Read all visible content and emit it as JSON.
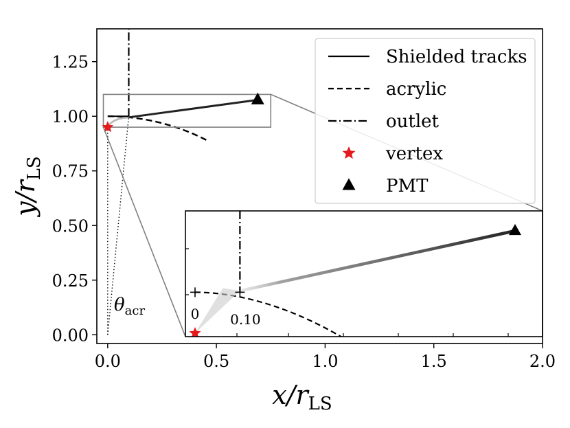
{
  "chart_data": {
    "type": "line",
    "title": "",
    "xlabel": "x/r",
    "xlabel_sub": "LS",
    "ylabel": "y/r",
    "ylabel_sub": "LS",
    "xlim": [
      -0.05,
      2.0
    ],
    "ylim": [
      -0.04,
      1.4
    ],
    "xticks": [
      0.0,
      0.5,
      1.0,
      1.5,
      2.0
    ],
    "xtick_labels": [
      "0.0",
      "0.5",
      "1.0",
      "1.5",
      "2.0"
    ],
    "yticks": [
      0.0,
      0.25,
      0.5,
      0.75,
      1.0,
      1.25
    ],
    "ytick_labels": [
      "0.00",
      "0.25",
      "0.50",
      "0.75",
      "1.00",
      "1.25"
    ],
    "grid": false,
    "legend_position": "upper right",
    "colors": {
      "track": "#222222",
      "vertex": "#e41a1c",
      "pmt": "#000000",
      "box": "#808080"
    },
    "series": [
      {
        "name": "Shielded tracks",
        "style": "solid",
        "x": [
          0.0,
          0.0968,
          0.69
        ],
        "y": [
          0.95,
          0.995,
          1.075
        ]
      },
      {
        "name": "acrylic",
        "style": "dashed",
        "arc_center": [
          0.0,
          0.0
        ],
        "arc_radius": 1.0,
        "theta_deg_range": [
          90,
          63
        ]
      },
      {
        "name": "outlet",
        "style": "dashdot",
        "x": [
          0.0968,
          0.0968
        ],
        "y": [
          1.0,
          1.4
        ]
      },
      {
        "name": "vertex",
        "style": "marker-star",
        "x": [
          0.0
        ],
        "y": [
          0.95
        ]
      },
      {
        "name": "PMT",
        "style": "marker-triangle",
        "x": [
          0.69
        ],
        "y": [
          1.075
        ]
      }
    ],
    "angle_annotation": {
      "label": "θ",
      "label_sub": "acr"
    },
    "inset": {
      "source_xlim": [
        -0.02,
        0.75
      ],
      "source_ylim": [
        0.95,
        1.1
      ],
      "tick_labels": [
        "0",
        "0.10"
      ],
      "tick_x": [
        0.0,
        0.0968
      ],
      "tick_y": 1.0
    }
  }
}
